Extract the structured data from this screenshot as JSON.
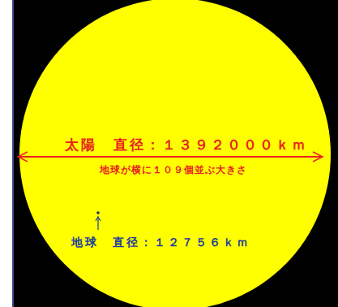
{
  "diagram": {
    "nodes": [
      {
        "text": [
          "太陽　直径：１３９２０００ｋｍ",
          "地球が横に１０９個並ぶ大きさ"
        ]
      }
    ],
    "labels": [
      "地球　直径：１２７５６ｋｍ"
    ]
  }
}
